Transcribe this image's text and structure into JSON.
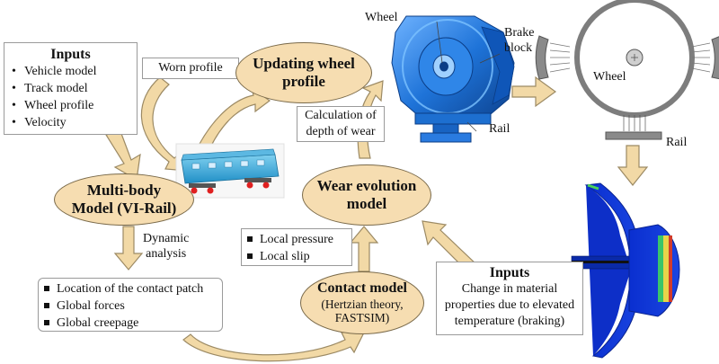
{
  "inputs_top": {
    "title": "Inputs",
    "items": [
      "Vehicle model",
      "Track model",
      "Wheel profile",
      "Velocity"
    ]
  },
  "worn_profile": "Worn profile",
  "updating": {
    "line1": "Updating wheel",
    "line2": "profile"
  },
  "calc_depth": {
    "line1": "Calculation of",
    "line2": "depth of wear"
  },
  "multibody": {
    "line1": "Multi-body",
    "line2": "Model (VI-Rail)"
  },
  "dynamic": {
    "line1": "Dynamic",
    "line2": "analysis"
  },
  "wear_model": {
    "line1": "Wear evolution",
    "line2": "model"
  },
  "local_list": [
    "Local pressure",
    "Local slip"
  ],
  "contact_model": {
    "title": "Contact model",
    "line2": "(Hertzian theory,",
    "line3": "FASTSIM)"
  },
  "contact_outputs": [
    "Location of the contact patch",
    "Global forces",
    "Global creepage"
  ],
  "inputs_bottom": {
    "title": "Inputs",
    "line1": "Change in material",
    "line2": "properties due to elevated",
    "line3": "temperature (braking)"
  },
  "wheel_labels": {
    "wheel": "Wheel",
    "brake1": "Brake",
    "brake2": "block",
    "rail": "Rail"
  },
  "schematic_labels": {
    "wheel": "Wheel",
    "rail": "Rail"
  },
  "colors": {
    "ellipse_fill": "#f6ddb1",
    "arrow_fill": "#f2d9a6",
    "arrow_stroke": "#9c8a64",
    "wheel_blue": "#1e73d8"
  }
}
